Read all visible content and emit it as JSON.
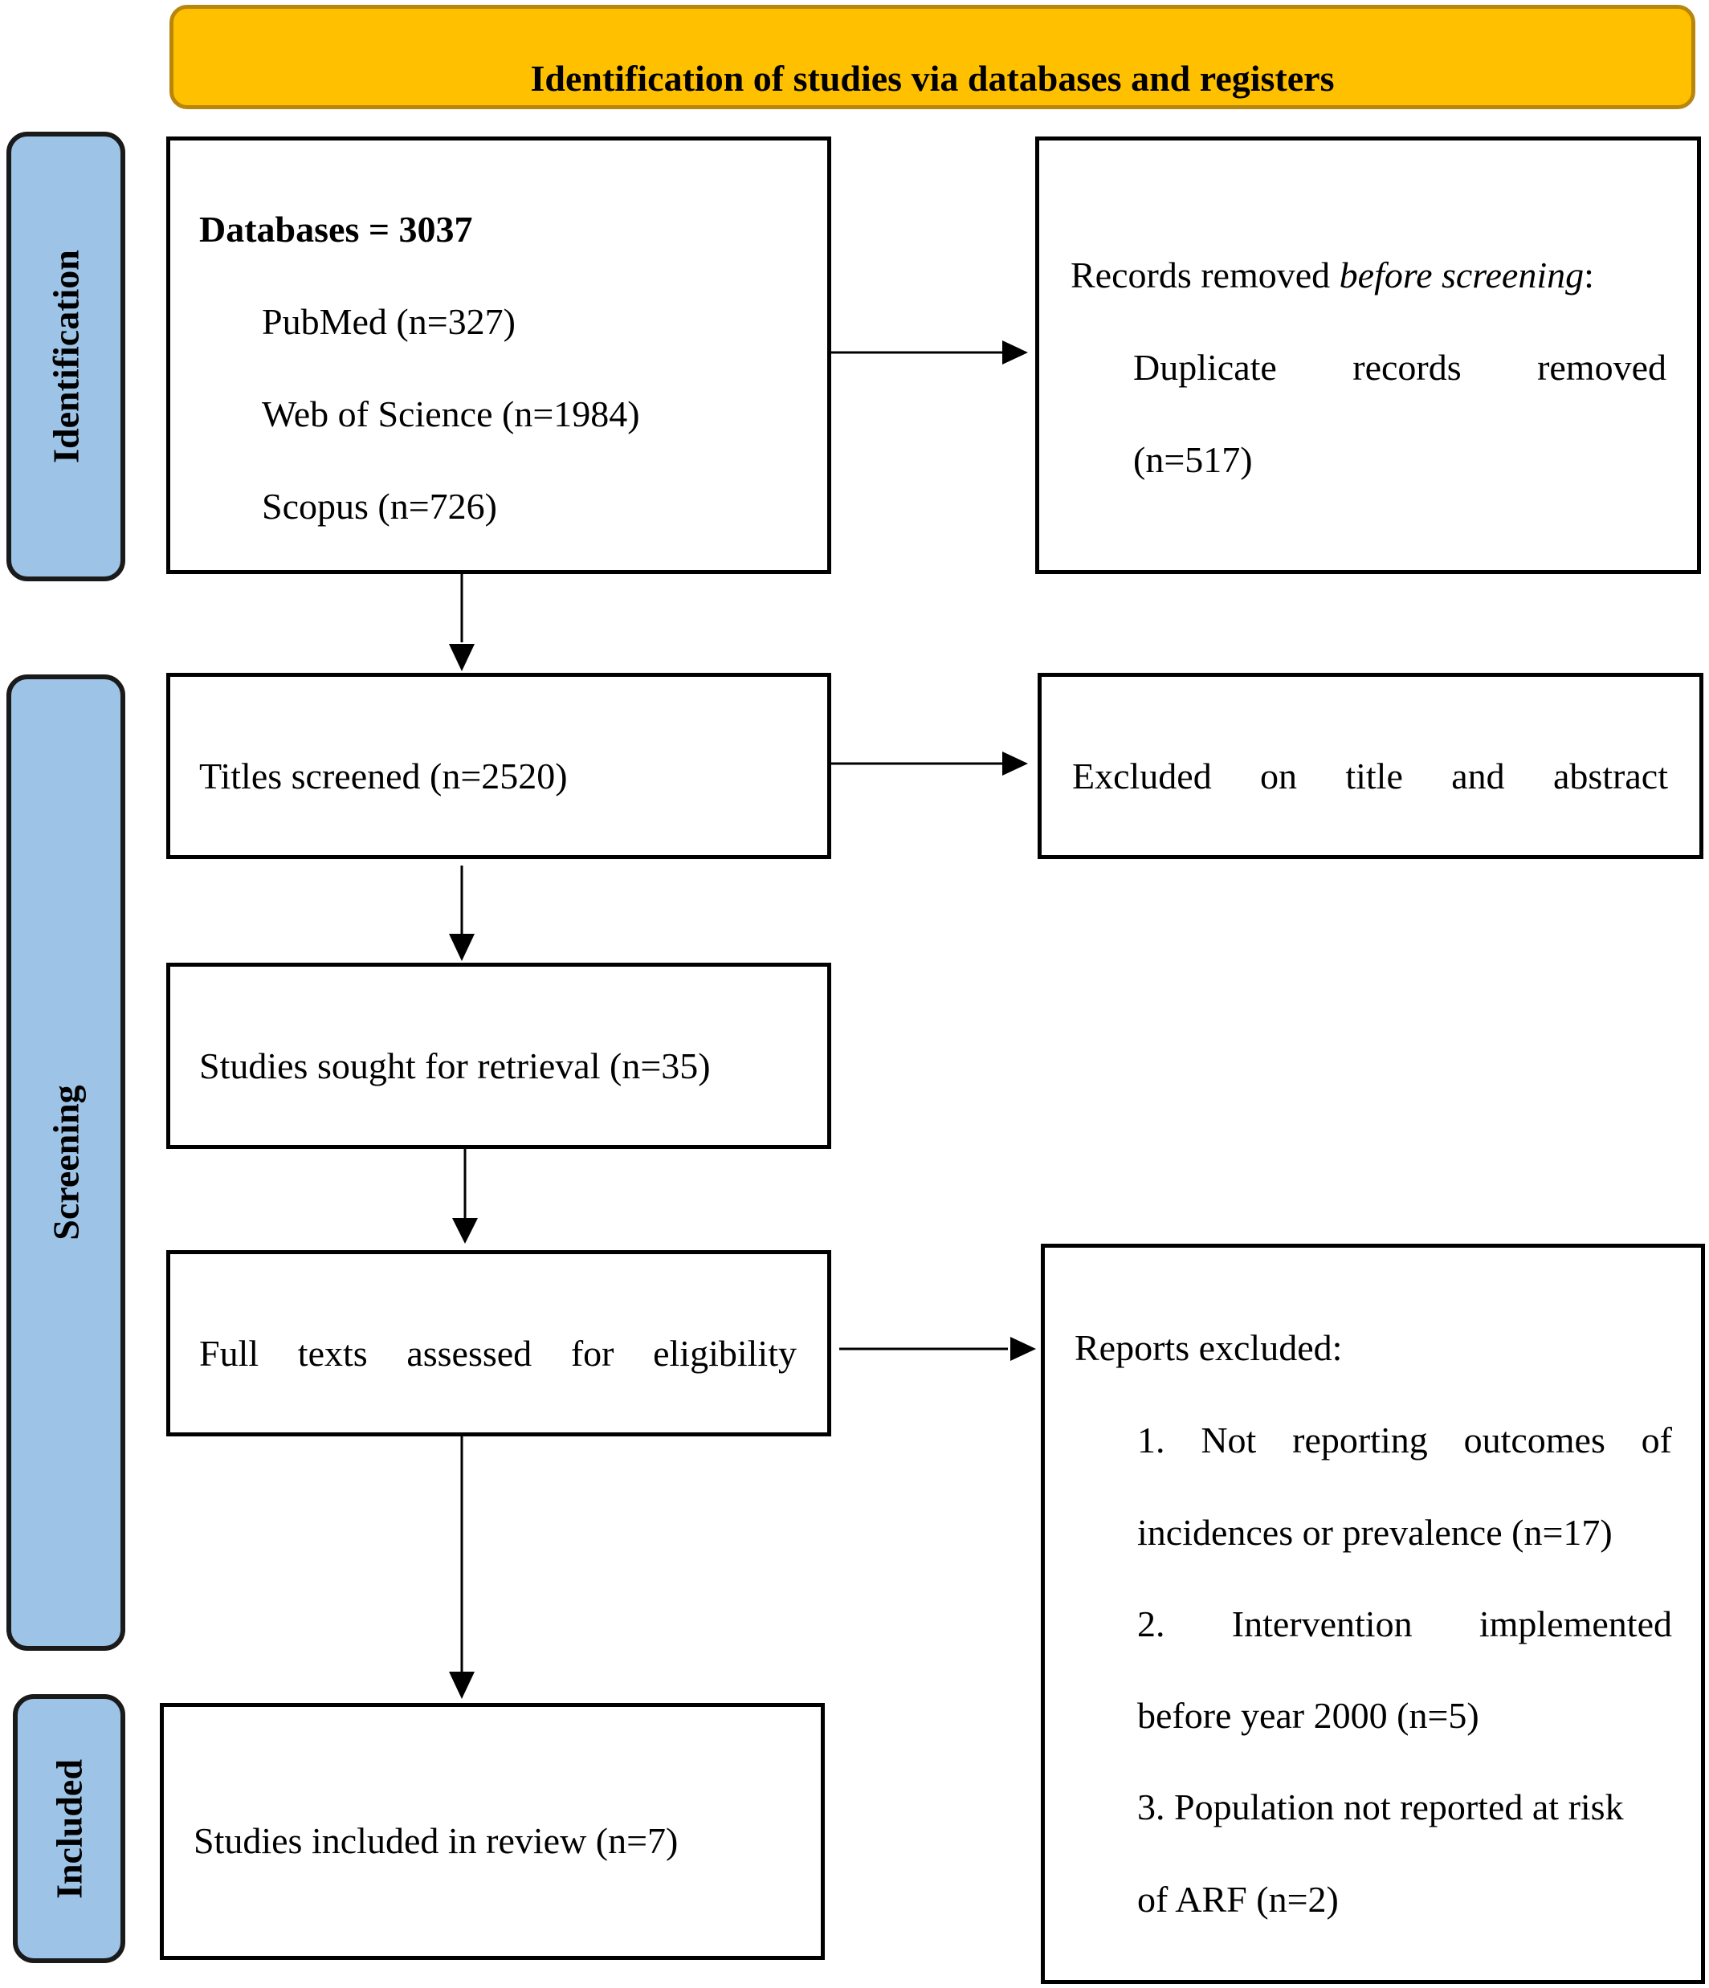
{
  "header": {
    "title": "Identification of studies via databases and registers"
  },
  "phases": {
    "identification": "Identification",
    "screening": "Screening",
    "included": "Included"
  },
  "boxes": {
    "databases": {
      "title": "Databases = 3037",
      "items": [
        "PubMed (n=327)",
        "Web of Science (n=1984)",
        "Scopus (n=726)"
      ]
    },
    "removed": {
      "prefix": "Records removed ",
      "emphasis": "before screening",
      "suffix": ":",
      "line1_words": [
        "Duplicate",
        "records",
        "removed"
      ],
      "line2": "(n=517)"
    },
    "titles_screened": "Titles screened (n=2520)",
    "excluded_title": {
      "words": [
        "Excluded",
        "on",
        "title",
        "and",
        "abstract"
      ]
    },
    "sought": "Studies sought for retrieval (n=35)",
    "full_texts": {
      "words": [
        "Full",
        "texts",
        "assessed",
        "for",
        "eligibility"
      ]
    },
    "reports_excluded": {
      "title": "Reports excluded:",
      "r1_line1_words": [
        "1.",
        "Not",
        "reporting",
        "outcomes",
        "of"
      ],
      "r1_line2": "incidences or prevalence (n=17)",
      "r2_line1_words": [
        "2.",
        "Intervention",
        "implemented"
      ],
      "r2_line2": "before year 2000 (n=5)",
      "r3_line1": "3. Population not reported at risk",
      "r3_line2": "of ARF (n=2)"
    },
    "included": "Studies included in review (n=7)"
  }
}
